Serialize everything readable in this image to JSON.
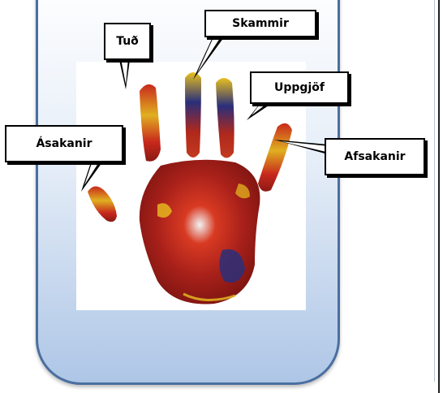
{
  "callouts": {
    "tud": "Tuð",
    "skammir": "Skammir",
    "uppgjof": "Uppgjöf",
    "asakanir": "Ásakanir",
    "afsakanir": "Afsakanir"
  },
  "colors": {
    "panel_border": "#4a6fa0",
    "panel_gradient_end": "#aec6e6",
    "paint_red": "#c8281c",
    "paint_yellow": "#e8c020",
    "paint_blue": "#2a2f7a"
  }
}
